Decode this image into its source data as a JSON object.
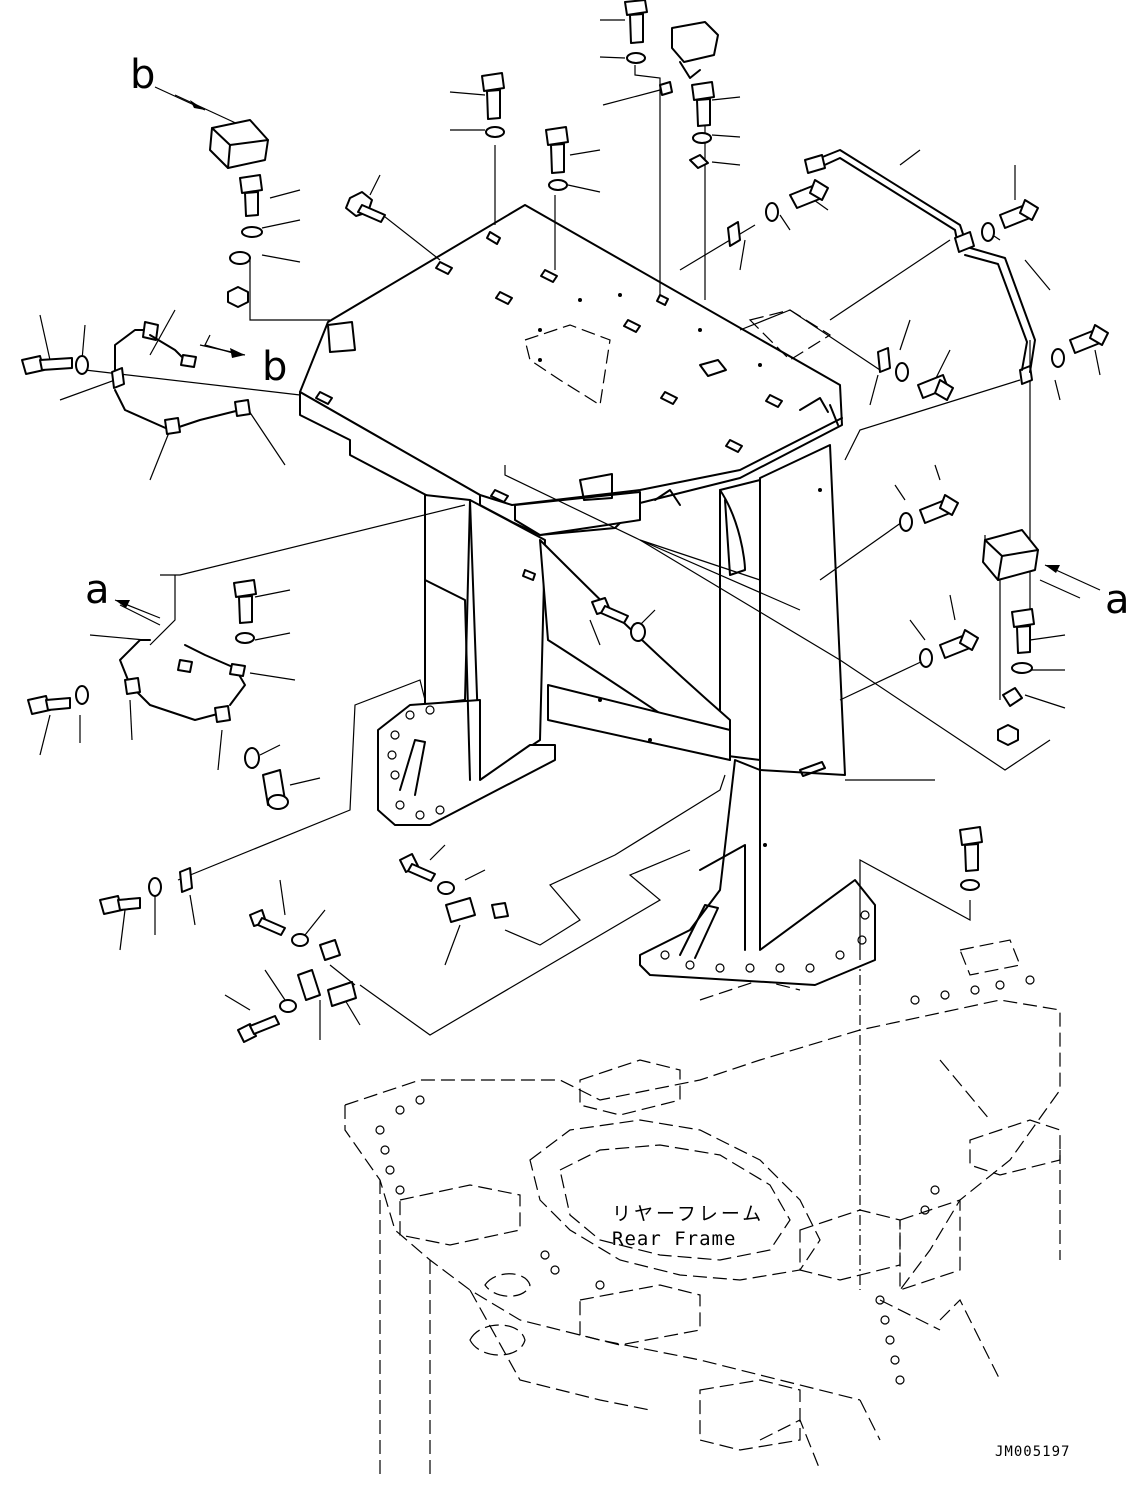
{
  "diagram": {
    "view_labels": {
      "a": "a",
      "b": "b"
    },
    "frame_label_jp": "リヤーフレーム",
    "frame_label_en": "Rear Frame",
    "drawing_code": "JM005197"
  }
}
